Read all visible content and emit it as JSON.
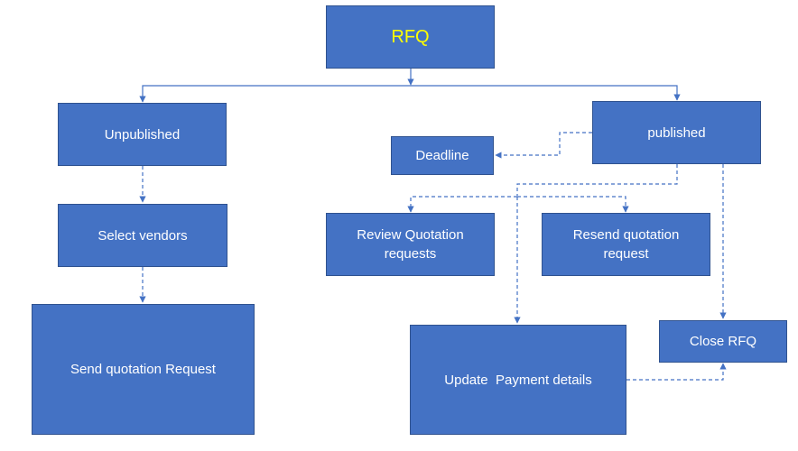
{
  "colors": {
    "box_fill": "#4472c4",
    "box_border": "#2f528f",
    "connector": "#4472c4",
    "box_text": "#ffffff",
    "title_text": "#ffff00"
  },
  "nodes": {
    "rfq": "RFQ",
    "unpublished": "Unpublished",
    "select_vendors": "Select vendors",
    "send_quotation_request": "Send quotation Request",
    "published": "published",
    "deadline": "Deadline",
    "review_quotation_line1": "Review Quotation",
    "review_quotation_line2": "requests",
    "resend_quotation_line1": "Resend quotation",
    "resend_quotation_line2": "request",
    "update_payment_details": "Update  Payment details",
    "close_rfq": "Close RFQ"
  }
}
